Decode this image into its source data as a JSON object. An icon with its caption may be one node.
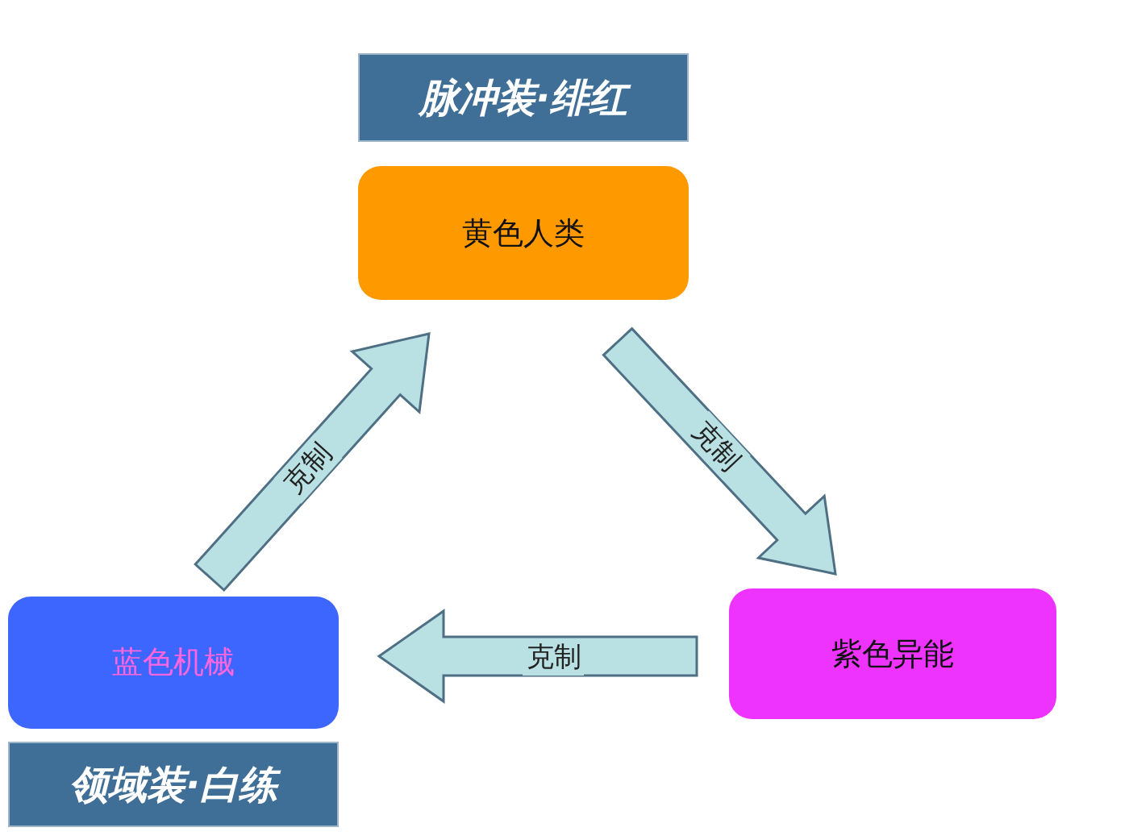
{
  "diagram": {
    "nodes": [
      {
        "text": [
          "脉冲装·绯红"
        ]
      },
      {
        "text": [
          "黄色人类"
        ]
      },
      {
        "text": [
          "蓝色机械"
        ]
      },
      {
        "text": [
          "领域装·白练"
        ]
      },
      {
        "text": [
          "紫色异能"
        ]
      }
    ],
    "edges": [
      {
        "from": 2,
        "to": 1,
        "arrow": "to",
        "label": "克制"
      },
      {
        "from": 1,
        "to": 4,
        "arrow": "to",
        "label": "克制"
      },
      {
        "from": 4,
        "to": 2,
        "arrow": "to",
        "label": "克制"
      }
    ]
  }
}
